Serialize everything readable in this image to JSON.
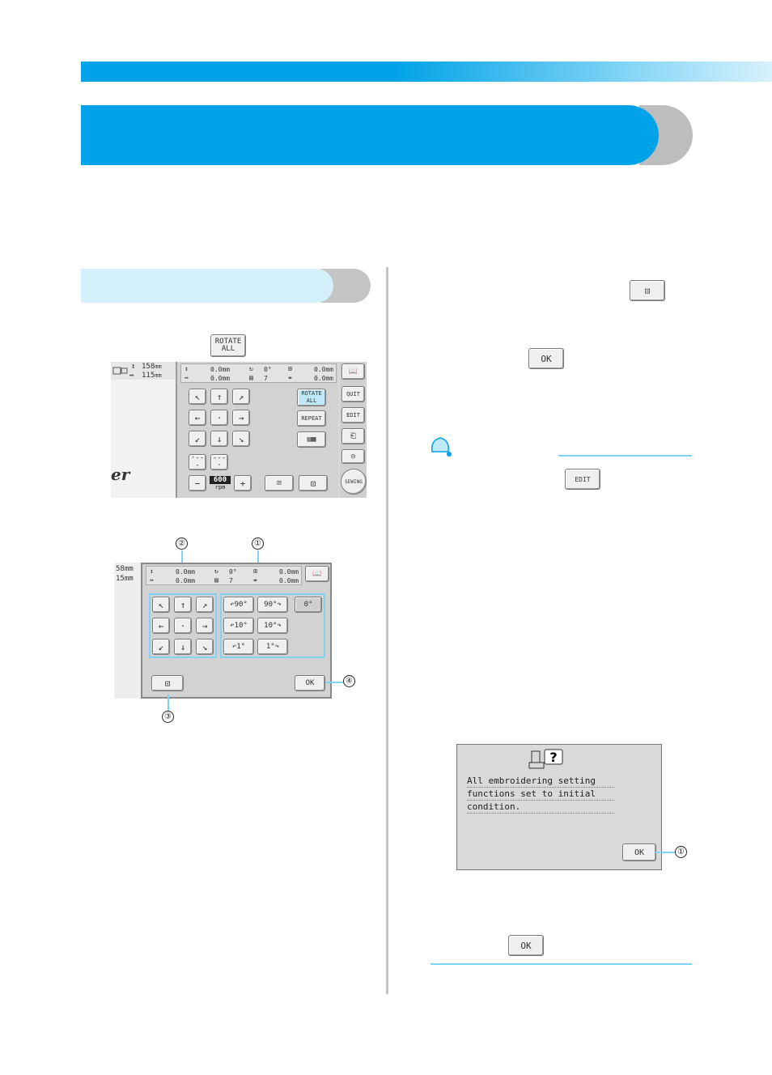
{
  "buttons": {
    "rotate_all": "ROTATE ALL",
    "ok": "OK",
    "edit": "EDIT",
    "quit": "QUIT",
    "repeat": "REPEAT",
    "sewing": "SEWING",
    "rpm": "rpm",
    "speed": "600",
    "plus": "+",
    "minus": "−"
  },
  "screen1": {
    "size_h": "158",
    "size_w": "115",
    "unit": "mm",
    "pos_v": "0.0",
    "pos_h": "0.0",
    "angle": "0°",
    "colors": "7",
    "dim1": "0.0",
    "dim2": "0.0",
    "brand_fragment": "er"
  },
  "screen2": {
    "size_h": "58",
    "size_w": "15",
    "rot_ccw90": "90°",
    "rot_cw90": "90°",
    "rot_zero": "0°",
    "rot_ccw10": "10°",
    "rot_cw10": "10°",
    "rot_ccw1": "1°",
    "rot_cw1": "1°",
    "callouts": [
      "①",
      "②",
      "③",
      "④"
    ]
  },
  "dialog": {
    "line1": "All embroidering setting",
    "line2": "functions set to initial",
    "line3": "condition.",
    "ok": "OK",
    "callout": "①"
  },
  "colors": {
    "accent": "#00a2e8",
    "light": "#d4f0fb",
    "gray": "#c4c4c4"
  }
}
